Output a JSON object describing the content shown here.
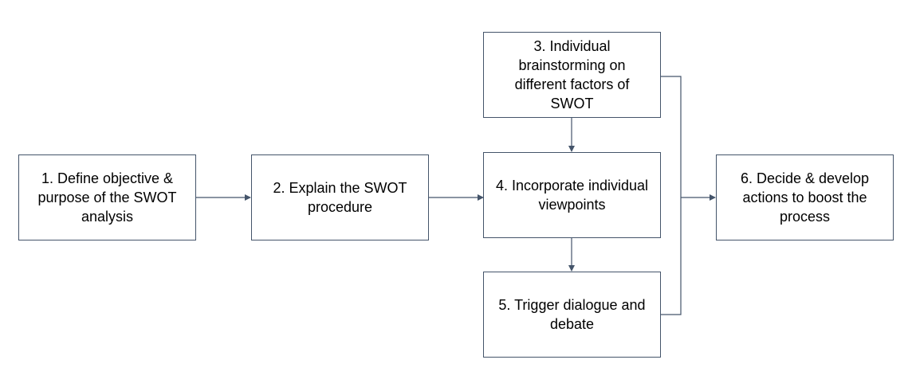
{
  "diagram": {
    "steps": [
      {
        "id": "step1",
        "label": "1. Define objective & purpose of the SWOT analysis"
      },
      {
        "id": "step2",
        "label": "2. Explain the SWOT procedure"
      },
      {
        "id": "step3",
        "label": "3. Individual brainstorming on different factors of SWOT"
      },
      {
        "id": "step4",
        "label": "4. Incorporate individual viewpoints"
      },
      {
        "id": "step5",
        "label": "5. Trigger dialogue and debate"
      },
      {
        "id": "step6",
        "label": "6. Decide & develop actions to boost the process"
      }
    ],
    "line_color": "#44546a"
  }
}
